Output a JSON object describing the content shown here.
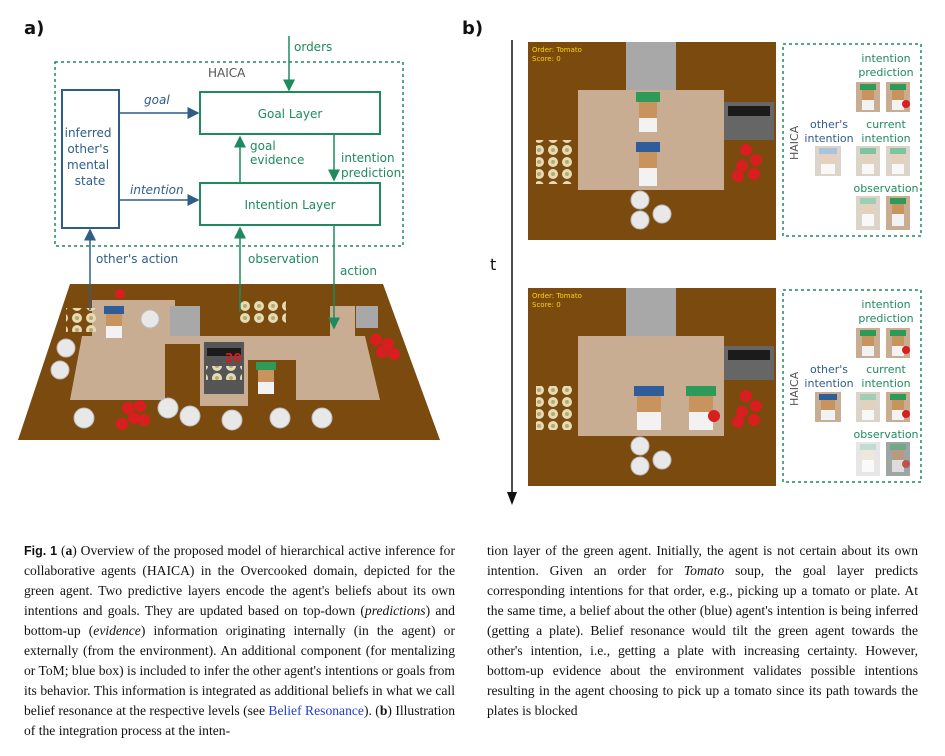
{
  "panel_a": {
    "label": "a)",
    "orders": "orders",
    "haica": "HAICA",
    "goal": "goal",
    "intention": "intention",
    "goal_layer": "Goal Layer",
    "intention_layer": "Intention Layer",
    "goal_evidence": [
      "goal",
      "evidence"
    ],
    "intention_prediction": [
      "intention",
      "prediction"
    ],
    "inferred_state": [
      "inferred",
      "other's",
      "mental",
      "state"
    ],
    "others_action": "other's action",
    "observation": "observation",
    "action": "action",
    "counter_number": "20"
  },
  "panel_b": {
    "label": "b)",
    "time_axis": "t",
    "frames": [
      {
        "order_text": "Order: Tomato",
        "score_text": "Score: 0",
        "haica": "HAICA",
        "intention_prediction": [
          "intention",
          "prediction"
        ],
        "others_intention": [
          "other's",
          "intention"
        ],
        "current_intention": [
          "current",
          "intention"
        ],
        "observation": "observation"
      },
      {
        "order_text": "Order: Tomato",
        "score_text": "Score: 0",
        "haica": "HAICA",
        "intention_prediction": [
          "intention",
          "prediction"
        ],
        "others_intention": [
          "other's",
          "intention"
        ],
        "current_intention": [
          "current",
          "intention"
        ],
        "observation": "observation"
      }
    ]
  },
  "caption_left": {
    "fig_label": "Fig. 1",
    "s1": " (",
    "a": "a",
    "s2": ") Overview of the proposed model of hierarchical active inference for collaborative agents (HAICA) in the Overcooked domain, depicted for the green agent. Two predictive layers encode the agent's beliefs about its own intentions and goals. They are updated based on top-down (",
    "predictions": "predictions",
    "s3": ") and bottom-up (",
    "evidence": "evidence",
    "s4": ") information originating internally (in the agent) or externally (from the environment). An additional component (for mentalizing or ToM; blue box) is included to infer the other agent's intentions or goals from its behavior. This information is integrated as additional beliefs in what we call belief resonance at the respective levels (see ",
    "link": "Belief Resonance",
    "s5": "). (",
    "b": "b",
    "s6": ") Illustration of the integration process at the inten-"
  },
  "caption_right": {
    "s1": "tion layer of the green agent. Initially, the agent is not certain about its own intention. Given an order for ",
    "tomato": "Tomato",
    "s2": " soup, the goal layer predicts corresponding intentions for that order, e.g., picking up a tomato or plate. At the same time, a belief about the other (blue) agent's intention is being inferred (getting a plate). Belief resonance would tilt the green agent towards the other's intention, i.e., getting a plate with increasing certainty. However, bottom-up evidence about the environment validates possible intentions resulting in the agent choosing to pick up a tomato since its path towards the plates is blocked"
  },
  "colors": {
    "green": "#1e8a5e",
    "blue": "#2f5d8a",
    "floor": "#7a4a0e",
    "counter": "#c8ad92",
    "hud_text": "#ffd400"
  }
}
